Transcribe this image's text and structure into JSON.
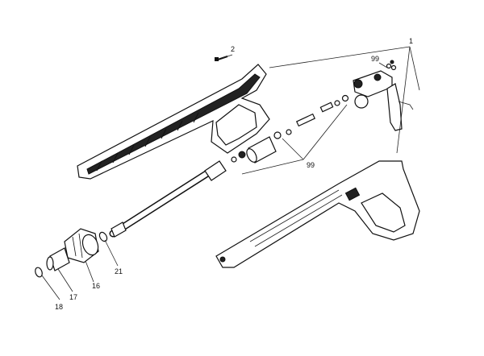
{
  "labels": {
    "assembly": "1",
    "screw": "2",
    "seal_kit_top": "99",
    "seal_kit_mid": "99",
    "ring_21": "21",
    "nut_16": "16",
    "nipple_17": "17",
    "oring_18": "18"
  }
}
